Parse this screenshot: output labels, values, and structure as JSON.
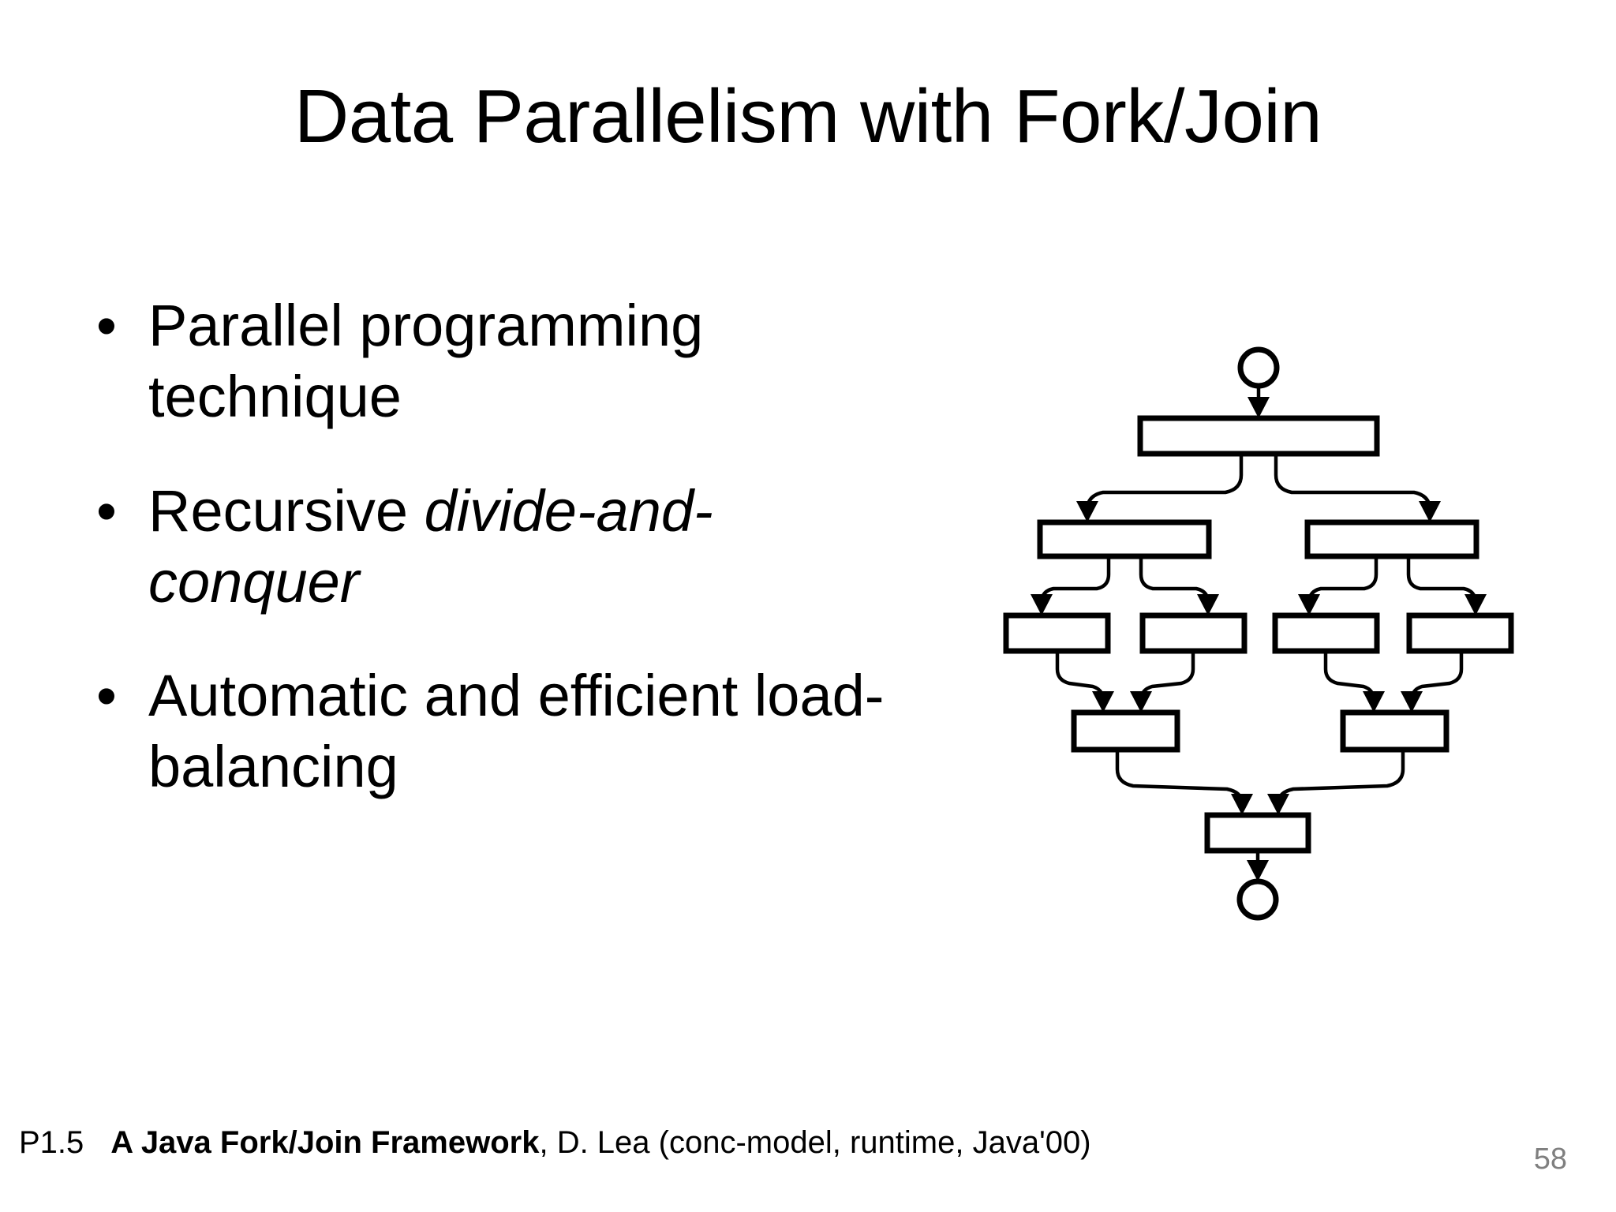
{
  "slide": {
    "title": "Data Parallelism with Fork/Join",
    "page_number": "58",
    "background_color": "#ffffff",
    "text_color": "#000000",
    "page_number_color": "#7f7f7f"
  },
  "bullets": [
    {
      "marker": "•",
      "text_plain": "Parallel programming technique",
      "segments": [
        {
          "text": "Parallel programming technique",
          "style": "normal"
        }
      ]
    },
    {
      "marker": "•",
      "text_plain": "Recursive divide-and-conquer",
      "segments": [
        {
          "text": "Recursive ",
          "style": "normal"
        },
        {
          "text": "divide-and-conquer",
          "style": "italic"
        }
      ]
    },
    {
      "marker": "•",
      "text_plain": "Automatic and efficient load-balancing",
      "segments": [
        {
          "text": "Automatic and efficient load-balancing",
          "style": "normal"
        }
      ]
    }
  ],
  "footer": {
    "tag": "P1.5",
    "title": "A Java Fork/Join Framework",
    "rest": ", D. Lea (conc-model, runtime, Java'00)"
  },
  "diagram": {
    "name": "fork-join-divide-and-conquer-diagram",
    "description": "Fork/join recursive decomposition: start node forks into two, each forks into two leaves, leaves join pairwise, then join into a single task and end node.",
    "stroke_color": "#000000",
    "fill_color": "#ffffff",
    "levels": [
      {
        "level": 0,
        "kind": "start-node",
        "count": 1
      },
      {
        "level": 1,
        "kind": "task-box",
        "count": 1
      },
      {
        "level": 2,
        "kind": "task-box",
        "count": 2
      },
      {
        "level": 3,
        "kind": "task-box",
        "count": 4
      },
      {
        "level": 4,
        "kind": "join-box",
        "count": 2
      },
      {
        "level": 5,
        "kind": "join-box",
        "count": 1
      },
      {
        "level": 6,
        "kind": "end-node",
        "count": 1
      }
    ]
  }
}
